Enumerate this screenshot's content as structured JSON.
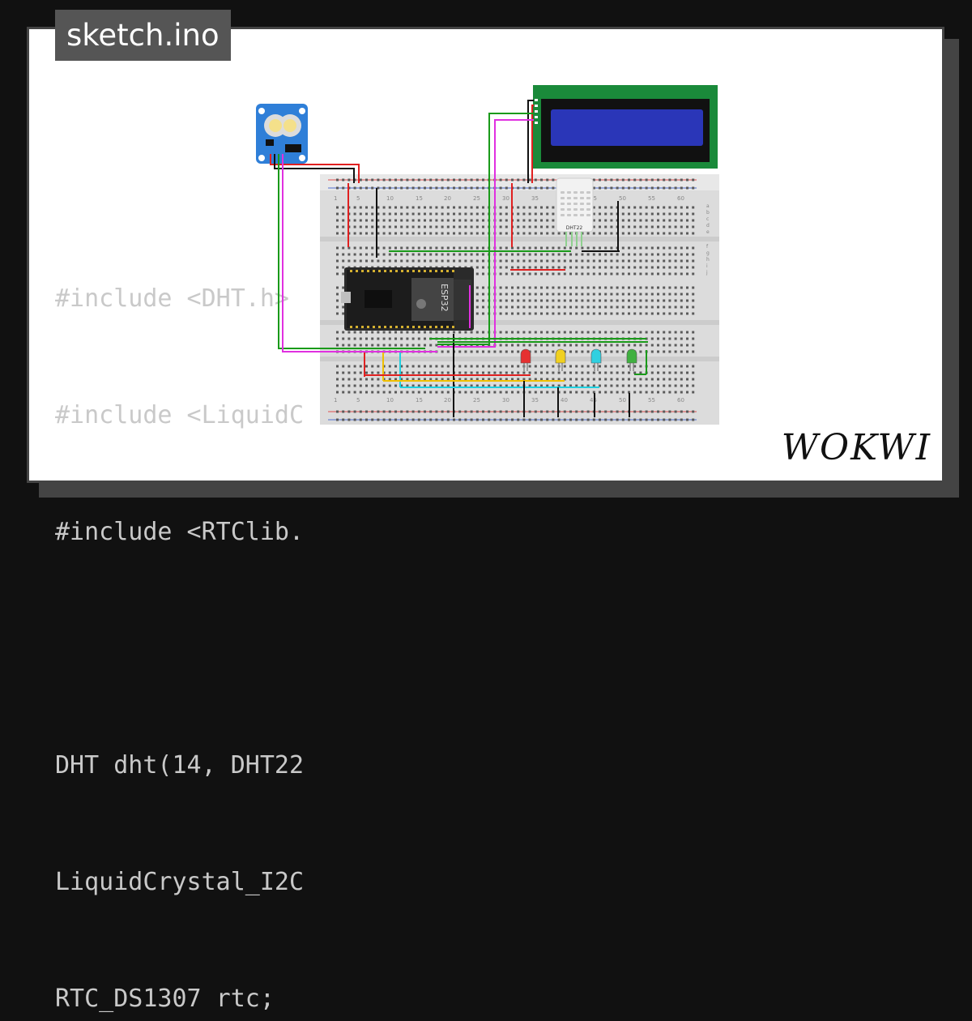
{
  "file": {
    "name": "sketch.ino"
  },
  "code_lines": [
    "#include <DHT.h>",
    "#include <LiquidC",
    "#include <RTClib.",
    "",
    "DHT dht(14, DHT22",
    "LiquidCrystal_I2C",
    "RTC_DS1307 rtc;"
  ],
  "diagram": {
    "esp32_label": "ESP32",
    "dht_label": "DHT22",
    "led_colors": [
      "#e53030",
      "#f0d020",
      "#30d0e0",
      "#40b040"
    ],
    "breadboard_numbers": [
      "1",
      "5",
      "10",
      "15",
      "20",
      "25",
      "30",
      "35",
      "40",
      "45",
      "50",
      "55",
      "60"
    ],
    "breadboard_rows_top": [
      "a",
      "b",
      "c",
      "d",
      "e"
    ],
    "breadboard_rows_bottom": [
      "f",
      "g",
      "h",
      "i",
      "j"
    ]
  },
  "brand": {
    "logo": "WOKWI"
  }
}
